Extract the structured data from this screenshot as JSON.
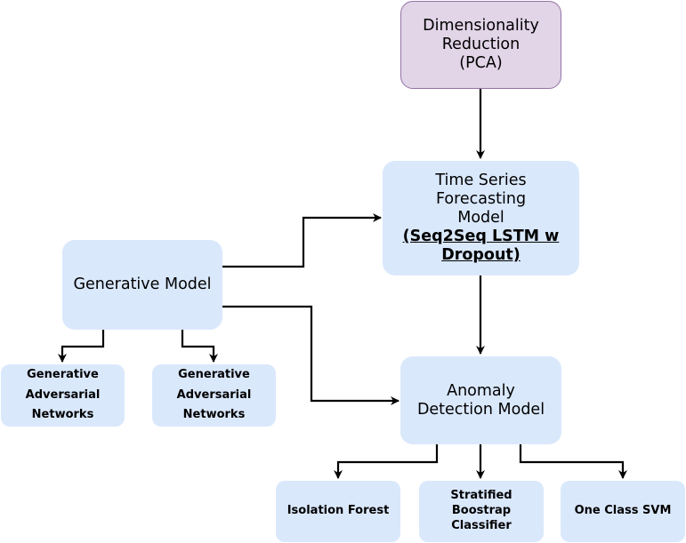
{
  "nodes": {
    "pca": {
      "lines": [
        "Dimensionality",
        "Reduction",
        "(PCA)"
      ],
      "fill": "#e1d5e7",
      "stroke": "#9673a6"
    },
    "forecast": {
      "lines": [
        "Time Series",
        "Forecasting",
        "Model"
      ],
      "link_lines": [
        "(Seq2Seq LSTM w",
        "Dropout)"
      ],
      "fill": "#dae8fc"
    },
    "generative": {
      "label": "Generative Model",
      "fill": "#dae8fc"
    },
    "gan_left": {
      "lines": [
        "Generative",
        "Adversarial",
        "Networks"
      ]
    },
    "gan_right": {
      "lines": [
        "Generative",
        "Adversarial",
        "Networks"
      ]
    },
    "anomaly": {
      "lines": [
        "Anomaly",
        "Detection Model"
      ]
    },
    "isolation": {
      "label": "Isolation Forest"
    },
    "stratified": {
      "lines": [
        "Stratified",
        "Boostrap",
        "Classifier"
      ]
    },
    "svm": {
      "label": "One Class SVM"
    }
  },
  "edges": [
    {
      "from": "pca",
      "to": "forecast"
    },
    {
      "from": "generative",
      "to": "forecast"
    },
    {
      "from": "generative",
      "to": "anomaly"
    },
    {
      "from": "forecast",
      "to": "anomaly"
    },
    {
      "from": "generative",
      "to": "gan_left"
    },
    {
      "from": "generative",
      "to": "gan_right"
    },
    {
      "from": "anomaly",
      "to": "isolation"
    },
    {
      "from": "anomaly",
      "to": "stratified"
    },
    {
      "from": "anomaly",
      "to": "svm"
    }
  ],
  "colors": {
    "edge": "#000000",
    "node_fill": "#dae8fc",
    "pca_fill": "#e1d5e7",
    "pca_stroke": "#9673a6"
  }
}
